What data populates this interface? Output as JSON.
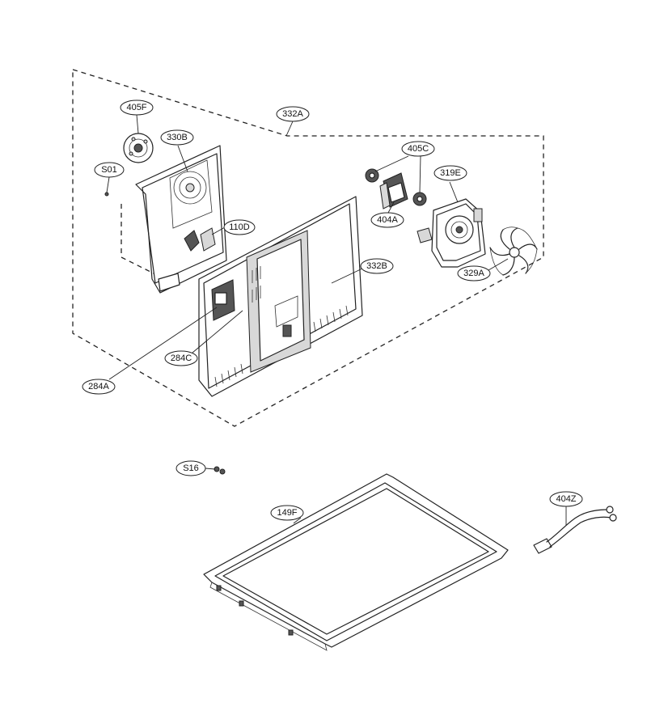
{
  "callouts": {
    "c332A": "332A",
    "c405F": "405F",
    "c330B": "330B",
    "cS01": "S01",
    "c110D": "110D",
    "c405C": "405C",
    "c319E": "319E",
    "c404A": "404A",
    "c329A": "329A",
    "c332B": "332B",
    "c284C": "284C",
    "c284A": "284A",
    "cS16": "S16",
    "c149F": "149F",
    "c404Z": "404Z"
  }
}
